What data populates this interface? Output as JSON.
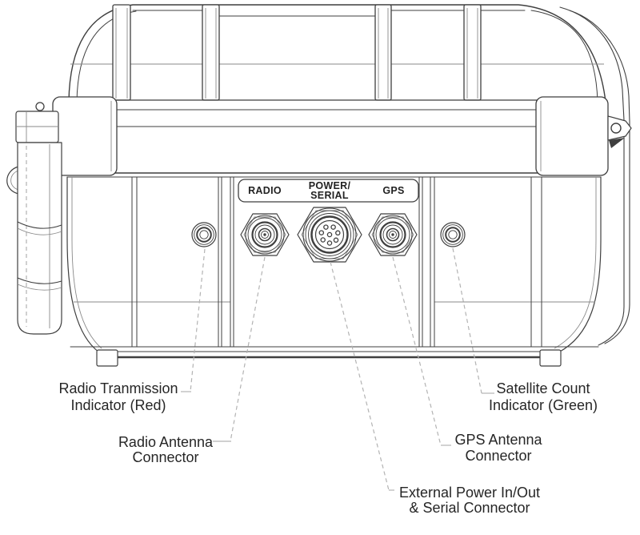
{
  "figure": {
    "panel": {
      "radio": "RADIO",
      "power_serial_line1": "POWER/",
      "power_serial_line2": "SERIAL",
      "gps": "GPS"
    },
    "callouts": {
      "radio_transmission": {
        "line1": "Radio Tranmission",
        "line2": "Indicator (Red)"
      },
      "radio_antenna": {
        "line1": "Radio Antenna",
        "line2": "Connector"
      },
      "external_power": {
        "line1": "External Power In/Out",
        "line2": "& Serial Connector"
      },
      "gps_antenna": {
        "line1": "GPS Antenna",
        "line2": "Connector"
      },
      "satellite_count": {
        "line1": "Satellite Count",
        "line2": "Indicator (Green)"
      }
    },
    "colors": {
      "line": "#3f3f3f",
      "soft_line": "#8a8a8a",
      "leader": "#b3b3b3",
      "text": "#262626",
      "background": "#ffffff"
    }
  }
}
